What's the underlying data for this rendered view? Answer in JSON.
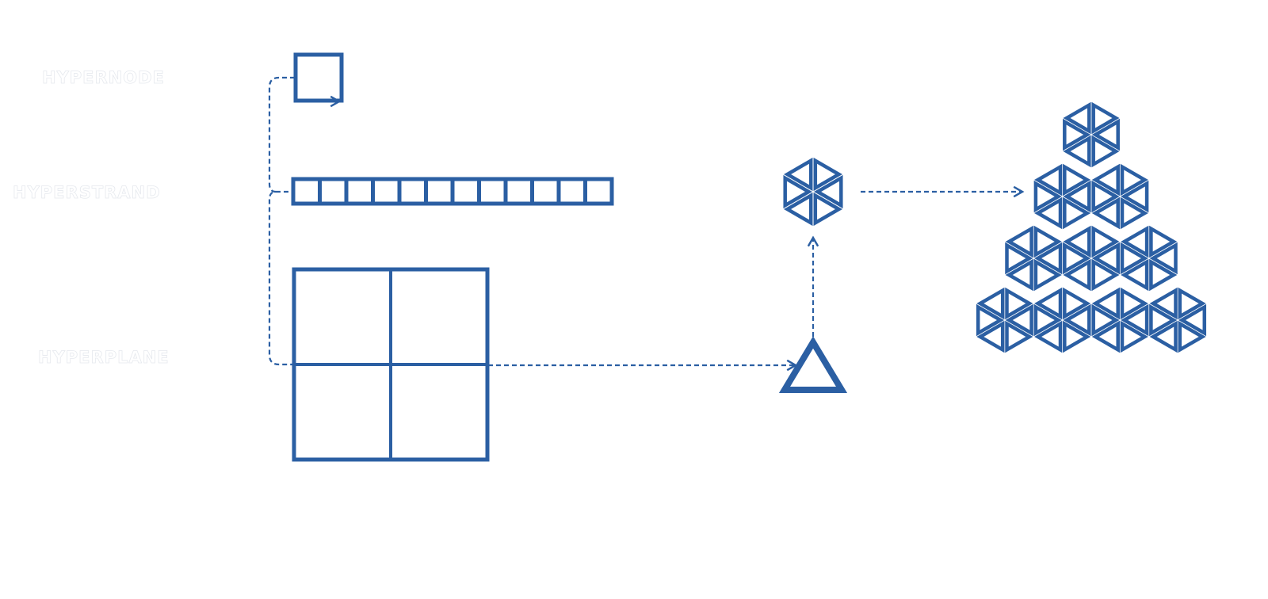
{
  "labels": {
    "hypernode": "HYPERNODE",
    "hyperstrand": "HYPERSTRAND",
    "hyperplane": "HYPERPLANE"
  },
  "colors": {
    "shape_stroke": "#2b5fa3",
    "background": "#ffffff",
    "label_fill": "#ffffff"
  },
  "hyperstrand_cell_count": 12,
  "hyperplane_grid": {
    "rows": 2,
    "cols": 2
  },
  "pyramid_rows": [
    1,
    2,
    3,
    4
  ],
  "icons": {
    "hypernode": "square-icon",
    "hyperplane_result": "triangle-icon",
    "hex_unit": "hexagon-icon",
    "pyramid": "hexagon-pyramid-icon"
  }
}
